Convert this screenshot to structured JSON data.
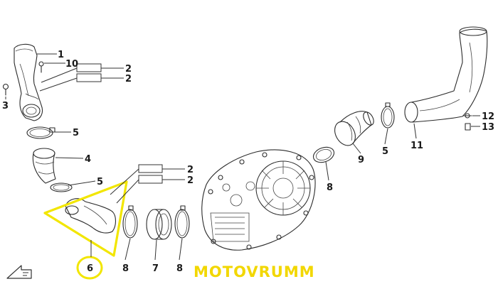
{
  "callouts": {
    "c1": "1",
    "c10": "10",
    "c2a": "2",
    "c2b": "2",
    "c3": "3",
    "c5a": "5",
    "c4": "4",
    "c5b": "5",
    "c2c": "2",
    "c2d": "2",
    "c6": "6",
    "c8a": "8",
    "c7": "7",
    "c8b": "8",
    "c8c": "8",
    "c9": "9",
    "c5c": "5",
    "c11": "11",
    "c12": "12",
    "c13": "13"
  },
  "watermark": "MOTOVRUMM",
  "colors": {
    "highlight": "#f2e600",
    "line": "#2b2b2b",
    "watermark": "#f2d700"
  },
  "icons": {
    "front_arrow": "front-direction-arrow-icon"
  }
}
